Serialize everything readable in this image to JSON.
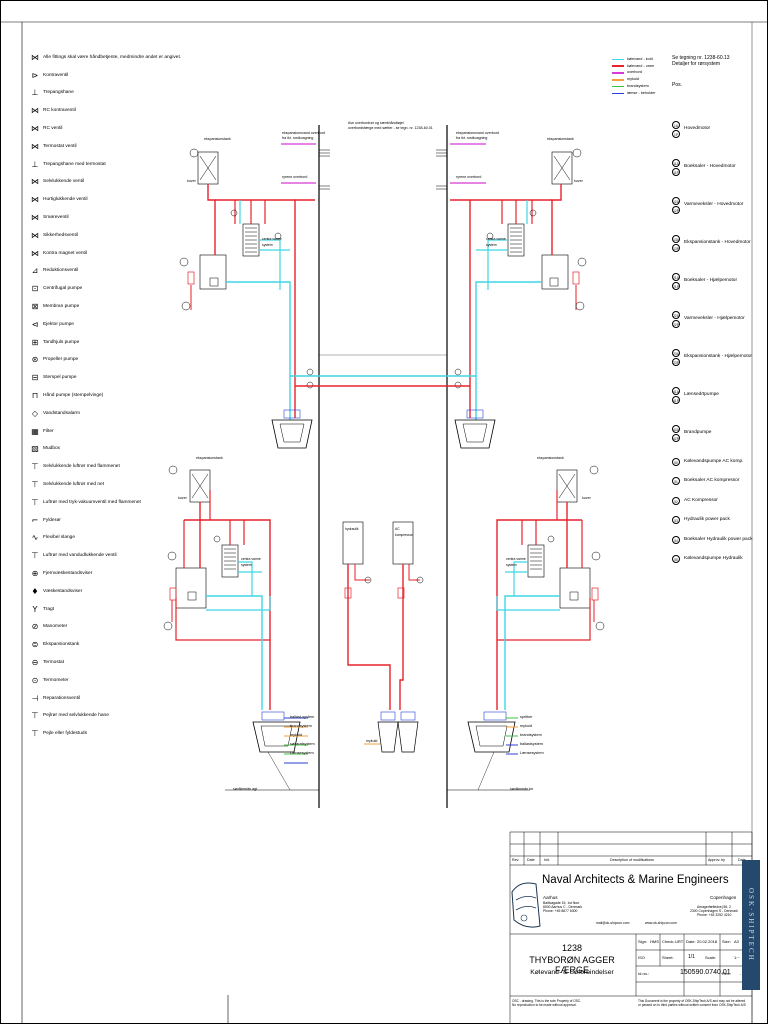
{
  "legend": [
    {
      "icon": "ball-valve-icon",
      "glyph": "⋈",
      "label": "Alle fittings skal være håndbetjente, medmindre andet er angivet."
    },
    {
      "icon": "check-valve-icon",
      "glyph": "⊳",
      "label": "Kontraventil"
    },
    {
      "icon": "three-way-cock-icon",
      "glyph": "⊥",
      "label": "Trepangshane"
    },
    {
      "icon": "rc-check-valve-icon",
      "glyph": "⋈",
      "label": "RC kontraventil"
    },
    {
      "icon": "rc-valve-icon",
      "glyph": "⋈",
      "label": "RC ventil"
    },
    {
      "icon": "thermostat-valve-icon",
      "glyph": "⋈",
      "label": "Termostat ventil"
    },
    {
      "icon": "three-way-thermostat-icon",
      "glyph": "⊥",
      "label": "Trepangshane med termostat"
    },
    {
      "icon": "self-closing-valve-icon",
      "glyph": "⋈",
      "label": "Selvlukkende ventil"
    },
    {
      "icon": "quick-closing-valve-icon",
      "glyph": "⋈",
      "label": "Hurtiglukkende ventil"
    },
    {
      "icon": "lubrication-valve-icon",
      "glyph": "⋈",
      "label": "Smøreventil"
    },
    {
      "icon": "safety-valve-icon",
      "glyph": "⋈",
      "label": "Sikkerhedsventil"
    },
    {
      "icon": "solenoid-valve-icon",
      "glyph": "⋈",
      "label": "Kontra magnet ventil"
    },
    {
      "icon": "reduction-valve-icon",
      "glyph": "⊿",
      "label": "Reduktionsventil"
    },
    {
      "icon": "centrifugal-pump-icon",
      "glyph": "⊡",
      "label": "Centrifugal pumpe"
    },
    {
      "icon": "membrane-pump-icon",
      "glyph": "⊠",
      "label": "Membran pumpe"
    },
    {
      "icon": "ejector-pump-icon",
      "glyph": "⊲",
      "label": "Ejektor pumpe"
    },
    {
      "icon": "gear-pump-icon",
      "glyph": "⊞",
      "label": "Tandhjuls pumpe"
    },
    {
      "icon": "propeller-pump-icon",
      "glyph": "⊛",
      "label": "Propeller pumpe"
    },
    {
      "icon": "piston-pump-icon",
      "glyph": "⊟",
      "label": "Stempel pumpe"
    },
    {
      "icon": "hand-pump-icon",
      "glyph": "⊓",
      "label": "Hånd pumpe (stempelvinge)"
    },
    {
      "icon": "water-level-alarm-icon",
      "glyph": "◇",
      "label": "Vandstandsalarm"
    },
    {
      "icon": "filter-icon",
      "glyph": "▦",
      "label": "Filter"
    },
    {
      "icon": "mudbox-icon",
      "glyph": "▧",
      "label": "Mudbox"
    },
    {
      "icon": "air-pipe-flame-net-icon",
      "glyph": "⊤",
      "label": "Selvlukkende luftrør med flammenet"
    },
    {
      "icon": "air-pipe-net-icon",
      "glyph": "⊤",
      "label": "Selvlukkende luftrør med net"
    },
    {
      "icon": "air-pipe-vacuum-icon",
      "glyph": "⊤",
      "label": "Luftrør med tryk-vakuumventil med flammenet"
    },
    {
      "icon": "filler-icon",
      "glyph": "⌐",
      "label": "Fylderør"
    },
    {
      "icon": "flexible-hose-icon",
      "glyph": "∿",
      "label": "Flexibel slange"
    },
    {
      "icon": "air-pipe-shutoff-icon",
      "glyph": "⊤",
      "label": "Luftrør med vandudlukkende ventil"
    },
    {
      "icon": "remote-gauge-icon",
      "glyph": "⊕",
      "label": "Fjernvæskestandsviser"
    },
    {
      "icon": "level-gauge-icon",
      "glyph": "♦",
      "label": "Væskestandsviser"
    },
    {
      "icon": "funnel-icon",
      "glyph": "Y",
      "label": "Tragt"
    },
    {
      "icon": "manometer-icon",
      "glyph": "⊘",
      "label": "Manometer"
    },
    {
      "icon": "expansion-tank-icon",
      "glyph": "⊜",
      "label": "Ekspansionstank"
    },
    {
      "icon": "thermostat-icon",
      "glyph": "⊖",
      "label": "Termostat"
    },
    {
      "icon": "thermometer-icon",
      "glyph": "⊙",
      "label": "Termometer"
    },
    {
      "icon": "repair-valve-icon",
      "glyph": "⊣",
      "label": "Reparationsventil"
    },
    {
      "icon": "sounding-self-closing-icon",
      "glyph": "⊤",
      "label": "Pejlrør med selvlukkende hane"
    },
    {
      "icon": "sounding-deck-icon",
      "glyph": "⊤",
      "label": "Pejle eller fyldestuds"
    }
  ],
  "pipe_legend": [
    {
      "label": "kølevand - kold",
      "color": "#3fd6e6"
    },
    {
      "label": "kølevand - varm",
      "color": "#e8222a"
    },
    {
      "label": "overbord",
      "color": "#d83ad8"
    },
    {
      "label": "mykuld",
      "color": "#f2a13a"
    },
    {
      "label": "brandsystem",
      "color": "#3ec03e"
    },
    {
      "label": "lænse - beholder",
      "color": "#2840d8"
    }
  ],
  "drawing_note": {
    "ref": "Se tegning nr. 1238-60.13",
    "ref2": "Detaljer for rørsystem",
    "pos_heading": "Pos."
  },
  "positions": [
    {
      "codes": [
        "1A",
        "1P"
      ],
      "label": "Hovedmotor"
    },
    {
      "codes": [
        "11A",
        "11P"
      ],
      "label": "Boeksaler - Hovedmotor"
    },
    {
      "codes": [
        "12A",
        "12P"
      ],
      "label": "Varmeveksler - Hovedmotor"
    },
    {
      "codes": [
        "13A",
        "13P"
      ],
      "label": "Ekspansionstank - Hovedmotor"
    },
    {
      "codes": [
        "21A",
        "21P"
      ],
      "label": "Boeksaler - Hjælpemotor"
    },
    {
      "codes": [
        "22A",
        "22P"
      ],
      "label": "Varmeveksler - Hjælpemotor"
    },
    {
      "codes": [
        "23A",
        "23P"
      ],
      "label": "Ekspansionstank - Hjælpemotor"
    },
    {
      "codes": [
        "41A",
        "41P"
      ],
      "label": "Lænsedrtpumpe"
    },
    {
      "codes": [
        "42A",
        "42P"
      ],
      "label": "Brandpumpe"
    },
    {
      "codes": [
        "50"
      ],
      "label": "Kølevandspumpe AC komp."
    },
    {
      "codes": [
        "51"
      ],
      "label": "Boeksaler AC kompressor"
    },
    {
      "codes": [
        "52"
      ],
      "label": "AC Kompressor"
    },
    {
      "codes": [
        "53"
      ],
      "label": "Hydraulik power pack"
    },
    {
      "codes": [
        "54"
      ],
      "label": "Boeksaler Hydraulik power pack"
    },
    {
      "codes": [
        "55"
      ],
      "label": "Kølevandspumpe Hydraulik"
    }
  ],
  "diagram_labels": {
    "overboard_left_top": "ekspansionsvand overbord",
    "overboard_left_sub": "fra ikt. rostkoagning",
    "overboard_left_2": "ryrene overbord",
    "overboard_right_top": "ekspansionsvand overbord",
    "overboard_right_sub": "fra ikt. rostkoagning",
    "overboard_right_2": "ryrene overbord",
    "center_note_1": "Ave overbordrør og sænkhåndtøjet",
    "center_note_2": "overbordsfærge med sætter - se tegn. nr. 1238-60.01",
    "sea_chest_left": "søkiste hoved",
    "sea_chest_right": "søkiste hoved",
    "cooler_left_top": "centra varme system",
    "cooler_right_top": "centra varme system",
    "cooler_left_bottom": "centra varme system",
    "cooler_right_bottom": "centra varme system",
    "exp_tank": "ekspansionstank",
    "hydraulik_box": "hydraulik",
    "ac_box": "AC kompressor",
    "kuver_l": "kuver",
    "kuver_r": "kuver",
    "kuver_lb": "kuver",
    "kuver_rb": "kuver",
    "skib_left": "søvlkinmän agt",
    "skib_right": "søvlkinmän for",
    "branch_left": [
      "ballast-system",
      "brandsystem",
      "mykuld",
      "søkaratsystem",
      "Lænsesystem"
    ],
    "branch_right": [
      "spritker",
      "mykuld",
      "brandsystem",
      "ballastsystem",
      "Lænsesystem"
    ],
    "mykuld_mid": "mykuld"
  },
  "title_block": {
    "rev_headers": [
      "Rev.",
      "Date",
      "Init.",
      "Description of modifications",
      "Approv. by",
      "Date"
    ],
    "company": "Naval Architects & Marine Engineers",
    "office_left_city": "Aarhus",
    "office_left_addr": "Balticagade 15, 1st floor",
    "office_left_addr2": "8000 Aarhus C - Denmark",
    "office_left_phone": "Phone: +45 8677 6300",
    "office_right_city": "Copenhagen",
    "office_right_addr": "Amagerfælledvej 56, 2",
    "office_right_addr2": "2300 Copenhagen S - Denmark",
    "office_right_phone": "Phone: +45 3252 4210",
    "email_left": "mail@ok-shipcon.com",
    "web": "www.ok-shipcon.com",
    "project_no": "1238",
    "project_name": "THYBORØN AGGER FÆRGE",
    "project_sub": "Kølevand- & Søforbindelser",
    "sign_label": "Sign:",
    "sign_val": "HMS",
    "check_label": "Check:",
    "check_val": "URT",
    "date_label": "Date:",
    "date_val": "20.02.2018",
    "size_label": "Size:",
    "size_val": "A3",
    "sheet_label": "Sheet:",
    "sheet_val": "1/1",
    "scale_label": "Scale:",
    "scale_val": "1:~",
    "isofield": "ISO",
    "idno_label": "Id.no.:",
    "idno_val": "150590.0740.01",
    "rev_label": "Rev.:",
    "rev_val": "-",
    "footer_left": "OSC - drawing. This is the sole Property of OSC.",
    "footer_left2": "No reproduction to be made without approval.",
    "footer_right": "This Document is the property of OSK-ShipTech A/S and may not be altered",
    "footer_right2": "or passed on to third parties without written consent from OSK-ShipTech A/S",
    "brand": "OSK·SHIPTECH"
  }
}
